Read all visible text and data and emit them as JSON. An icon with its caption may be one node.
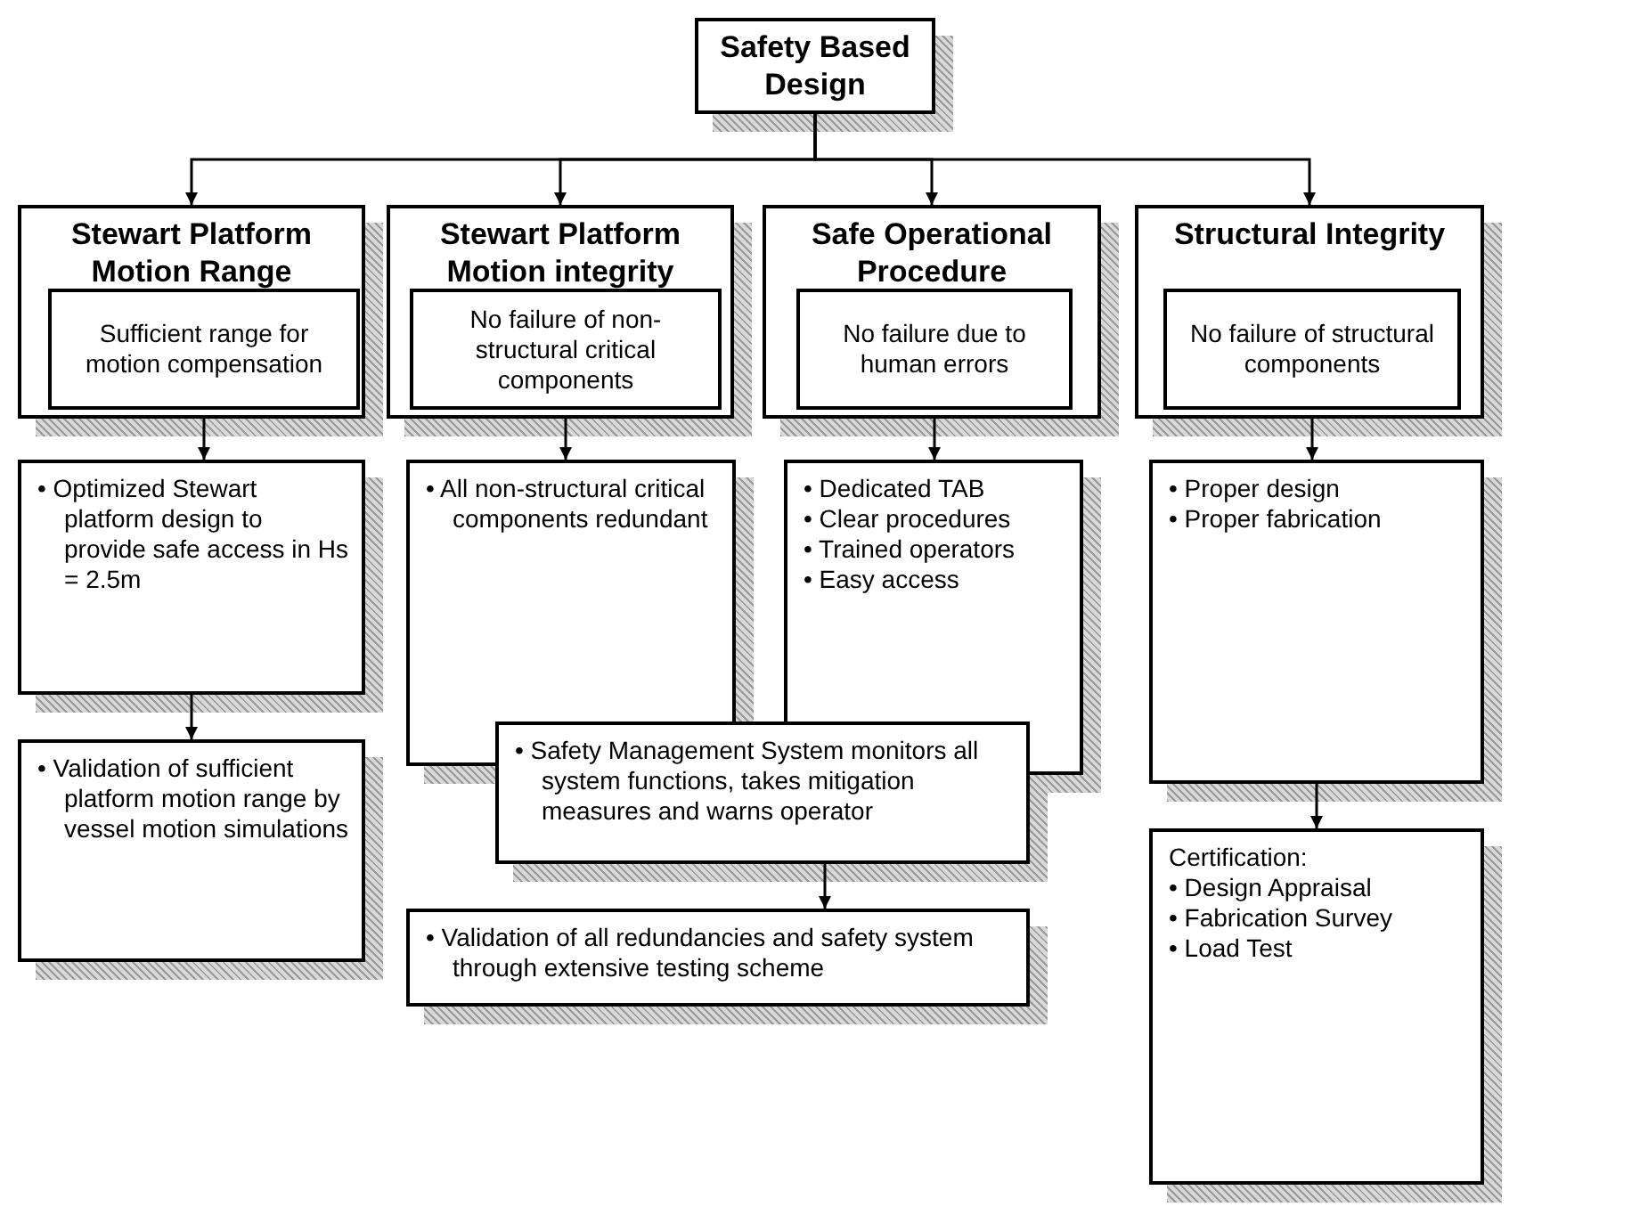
{
  "diagram": {
    "nodes": [
      {
        "text": [
          "Safety Based Design"
        ]
      },
      {
        "text": [
          "Stewart Platform Motion Range"
        ]
      },
      {
        "text": [
          "Sufficient range for motion compensation"
        ],
        "in": 1
      },
      {
        "text": [
          "Stewart Platform Motion integrity"
        ]
      },
      {
        "text": [
          "No failure of non-structural critical components"
        ],
        "in": 3
      },
      {
        "text": [
          "Safe Operational Procedure"
        ]
      },
      {
        "text": [
          "No failure due to human errors"
        ],
        "in": 5
      },
      {
        "text": [
          "Structural Integrity"
        ]
      },
      {
        "text": [
          "No failure of structural components"
        ],
        "in": 7
      },
      {
        "text": [
          "• Optimized Stewart platform design to provide safe access in Hs = 2.5m"
        ]
      },
      {
        "text": [
          "• All non-structural critical components redundant"
        ]
      },
      {
        "text": [
          "• Dedicated TAB",
          "• Clear procedures",
          "• Trained operators",
          "• Easy access"
        ]
      },
      {
        "text": [
          "• Proper design",
          "• Proper fabrication"
        ]
      },
      {
        "text": [
          "• Validation of sufficient platform motion range by vessel motion simulations"
        ]
      },
      {
        "text": [
          "• Safety Management System monitors all system functions, takes mitigation measures and warns operator"
        ]
      },
      {
        "text": [
          "• Validation of all redundancies and safety system through extensive testing scheme"
        ]
      },
      {
        "text": [
          "Certification:",
          "• Design Appraisal",
          "• Fabrication Survey",
          "• Load Test"
        ]
      }
    ],
    "edges": [
      {
        "from": 0,
        "to": 1,
        "arrow": "to"
      },
      {
        "from": 0,
        "to": 3,
        "arrow": "to"
      },
      {
        "from": 0,
        "to": 5,
        "arrow": "to"
      },
      {
        "from": 0,
        "to": 7,
        "arrow": "to"
      },
      {
        "from": 2,
        "to": 9,
        "arrow": "to"
      },
      {
        "from": 4,
        "to": 10,
        "arrow": "to"
      },
      {
        "from": 6,
        "to": 11,
        "arrow": "to"
      },
      {
        "from": 8,
        "to": 12,
        "arrow": "to"
      },
      {
        "from": 9,
        "to": 13,
        "arrow": "to"
      },
      {
        "from": 14,
        "to": 15,
        "arrow": "to"
      },
      {
        "from": 12,
        "to": 16,
        "arrow": "to"
      }
    ]
  }
}
